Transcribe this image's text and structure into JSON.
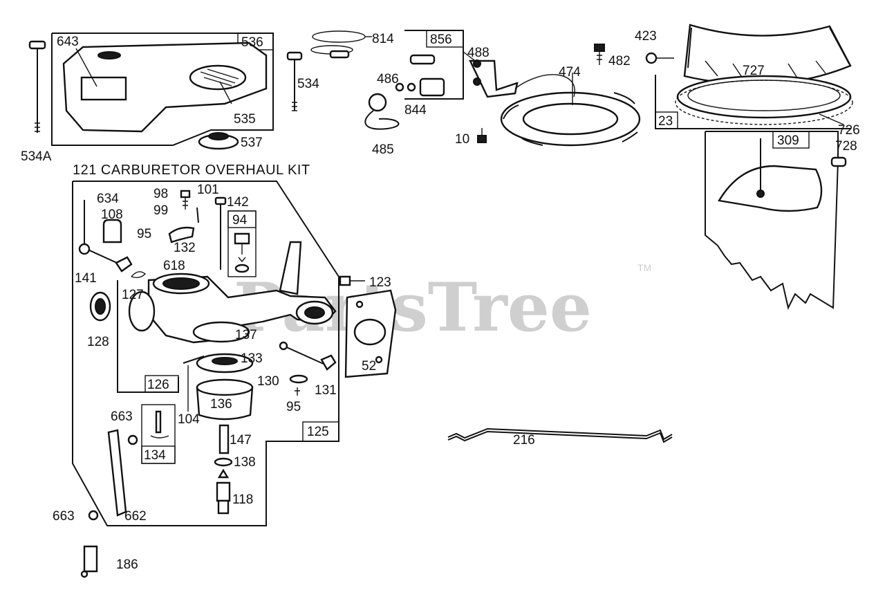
{
  "watermark": {
    "text": "PartsTree",
    "tm": "TM"
  },
  "kit_title": "121 CARBURETOR OVERHAUL KIT",
  "callouts": {
    "c643": "643",
    "c536": "536",
    "c534a": "534A",
    "c535": "535",
    "c537": "537",
    "c814": "814",
    "c534": "534",
    "c856": "856",
    "c488": "488",
    "c486": "486",
    "c844": "844",
    "c485": "485",
    "c474": "474",
    "c10": "10",
    "c423": "423",
    "c482": "482",
    "c727": "727",
    "c23": "23",
    "c726": "726",
    "c309": "309",
    "c728": "728",
    "c634": "634",
    "c108": "108",
    "c98": "98",
    "c99": "99",
    "c101": "101",
    "c142": "142",
    "c94": "94",
    "c95a": "95",
    "c132": "132",
    "c618": "618",
    "c141": "141",
    "c127": "127",
    "c128": "128",
    "c126": "126",
    "c137": "137",
    "c133": "133",
    "c123": "123",
    "c52": "52",
    "c130": "130",
    "c131": "131",
    "c95b": "95",
    "c136": "136",
    "c104": "104",
    "c125": "125",
    "c663a": "663",
    "c134": "134",
    "c147": "147",
    "c138": "138",
    "c118": "118",
    "c663b": "663",
    "c662": "662",
    "c186": "186",
    "c216": "216"
  }
}
